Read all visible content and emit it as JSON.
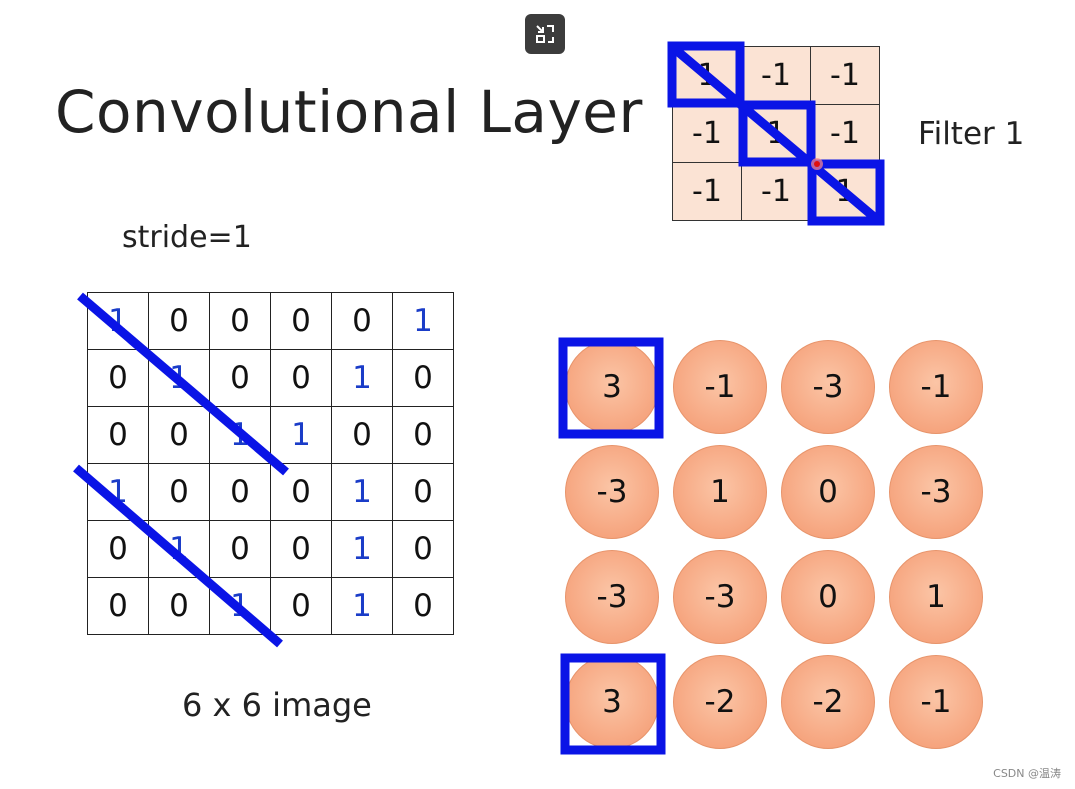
{
  "title": "Convolutional Layer",
  "stride_label": "stride=1",
  "image_caption": "6 x 6 image",
  "filter_label": "Filter 1",
  "watermark": "CSDN @温涛",
  "filter": [
    [
      "1",
      "-1",
      "-1"
    ],
    [
      "-1",
      "1",
      "-1"
    ],
    [
      "-1",
      "-1",
      "1"
    ]
  ],
  "image": [
    [
      "1",
      "0",
      "0",
      "0",
      "0",
      "1"
    ],
    [
      "0",
      "1",
      "0",
      "0",
      "1",
      "0"
    ],
    [
      "0",
      "0",
      "1",
      "1",
      "0",
      "0"
    ],
    [
      "1",
      "0",
      "0",
      "0",
      "1",
      "0"
    ],
    [
      "0",
      "1",
      "0",
      "0",
      "1",
      "0"
    ],
    [
      "0",
      "0",
      "1",
      "0",
      "1",
      "0"
    ]
  ],
  "feature_map": [
    [
      "3",
      "-1",
      "-3",
      "-1"
    ],
    [
      "-3",
      "1",
      "0",
      "-3"
    ],
    [
      "-3",
      "-3",
      "0",
      "1"
    ],
    [
      "3",
      "-2",
      "-2",
      "-1"
    ]
  ],
  "colors": {
    "highlight": "#0a14e6",
    "one_digit": "#1a3cc8",
    "filter_cell": "#fbe3d4",
    "circle": "#f6a57f"
  },
  "icons": {
    "exit_fullscreen": "exit-fullscreen-icon"
  }
}
